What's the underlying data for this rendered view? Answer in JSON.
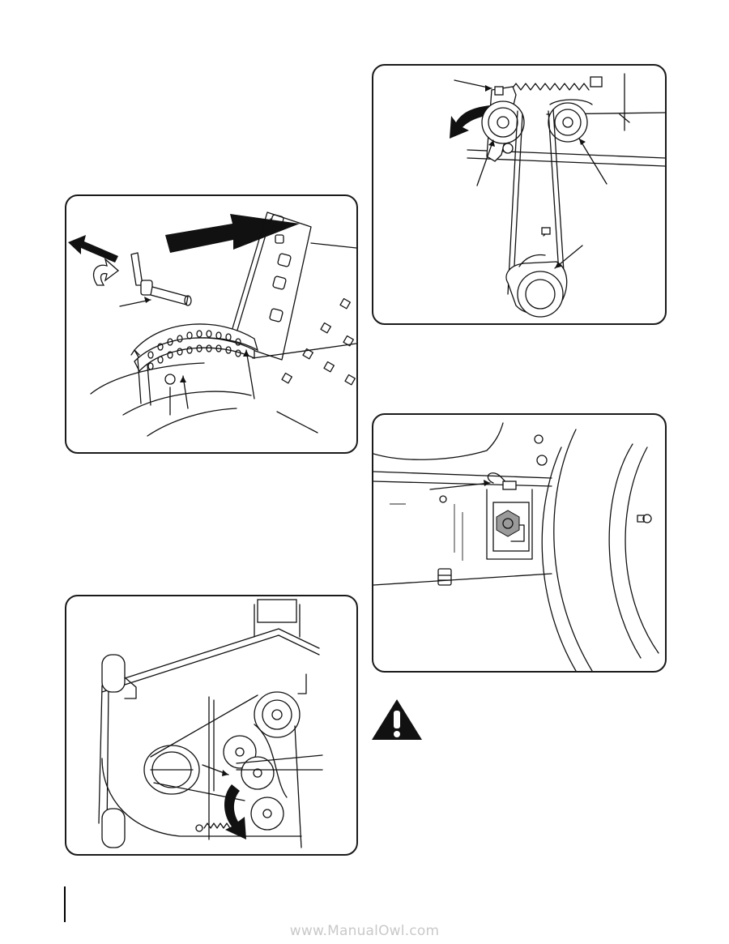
{
  "watermark": "www.ManualOwl.com",
  "figures": [
    {
      "name": "lift-handle-and-deck-gauge"
    },
    {
      "name": "deck-belt-idler-and-pulleys"
    },
    {
      "name": "hitch-pin-and-wheel"
    },
    {
      "name": "deck-belt-routing"
    }
  ],
  "warning": {
    "icon": "warning-triangle-icon",
    "color": "#111111"
  }
}
